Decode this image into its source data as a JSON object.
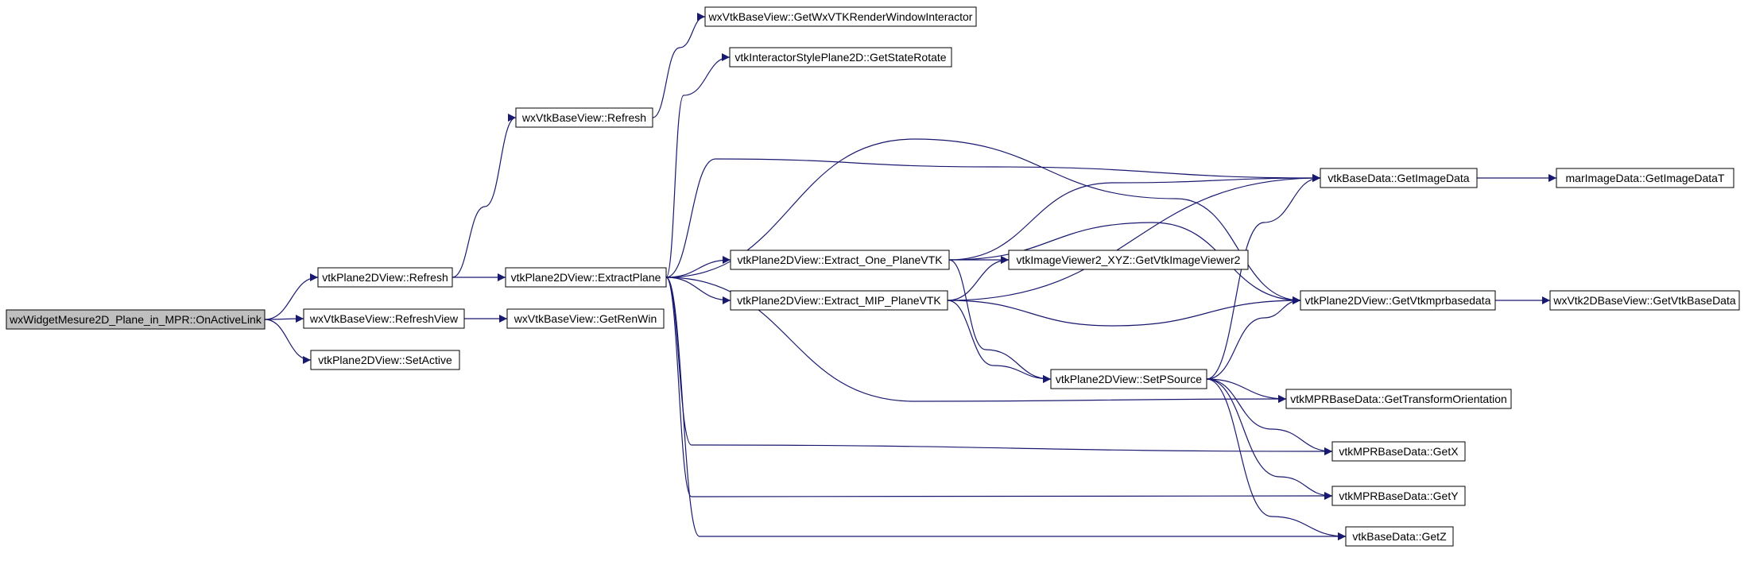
{
  "graph": {
    "colors": {
      "edge": "#191970",
      "node_border": "#000000",
      "node_fill": "#ffffff",
      "root_fill": "#bfbfbf"
    },
    "nodes": [
      {
        "id": "root",
        "label": "wxWidgetMesure2D_Plane_in_MPR::OnActiveLink",
        "root": true
      },
      {
        "id": "p2d_refresh",
        "label": "vtkPlane2DView::Refresh"
      },
      {
        "id": "wxb_refreshview",
        "label": "wxVtkBaseView::RefreshView"
      },
      {
        "id": "p2d_setactive",
        "label": "vtkPlane2DView::SetActive"
      },
      {
        "id": "wxb_refresh",
        "label": "wxVtkBaseView::Refresh"
      },
      {
        "id": "p2d_extractplane",
        "label": "vtkPlane2DView::ExtractPlane"
      },
      {
        "id": "wxb_getrenwin",
        "label": "wxVtkBaseView::GetRenWin"
      },
      {
        "id": "wxb_getinteractor",
        "label": "wxVtkBaseView::GetWxVTKRenderWindowInteractor"
      },
      {
        "id": "isp_getstaterotate",
        "label": "vtkInteractorStylePlane2D::GetStateRotate"
      },
      {
        "id": "p2d_extract_one",
        "label": "vtkPlane2DView::Extract_One_PlaneVTK"
      },
      {
        "id": "p2d_extract_mip",
        "label": "vtkPlane2DView::Extract_MIP_PlaneVTK"
      },
      {
        "id": "iv2_getviewer",
        "label": "vtkImageViewer2_XYZ::GetVtkImageViewer2"
      },
      {
        "id": "p2d_setpsource",
        "label": "vtkPlane2DView::SetPSource"
      },
      {
        "id": "bd_getimagedata",
        "label": "vtkBaseData::GetImageData"
      },
      {
        "id": "p2d_getmprbasedata",
        "label": "vtkPlane2DView::GetVtkmprbasedata"
      },
      {
        "id": "mpr_gettransform",
        "label": "vtkMPRBaseData::GetTransformOrientation"
      },
      {
        "id": "mpr_getx",
        "label": "vtkMPRBaseData::GetX"
      },
      {
        "id": "mpr_gety",
        "label": "vtkMPRBaseData::GetY"
      },
      {
        "id": "bd_getz",
        "label": "vtkBaseData::GetZ"
      },
      {
        "id": "mar_getimagedatat",
        "label": "marImageData::GetImageDataT"
      },
      {
        "id": "wx2d_getbasedata",
        "label": "wxVtk2DBaseView::GetVtkBaseData"
      }
    ],
    "edges": [
      [
        "root",
        "p2d_refresh"
      ],
      [
        "root",
        "wxb_refreshview"
      ],
      [
        "root",
        "p2d_setactive"
      ],
      [
        "p2d_refresh",
        "wxb_refresh"
      ],
      [
        "p2d_refresh",
        "p2d_extractplane"
      ],
      [
        "wxb_refreshview",
        "wxb_getrenwin"
      ],
      [
        "wxb_refresh",
        "wxb_getinteractor"
      ],
      [
        "p2d_extractplane",
        "isp_getstaterotate"
      ],
      [
        "p2d_extractplane",
        "bd_getimagedata"
      ],
      [
        "p2d_extractplane",
        "p2d_extract_one"
      ],
      [
        "p2d_extractplane",
        "p2d_extract_mip"
      ],
      [
        "p2d_extractplane",
        "p2d_getmprbasedata"
      ],
      [
        "p2d_extractplane",
        "mpr_gettransform"
      ],
      [
        "p2d_extractplane",
        "mpr_getx"
      ],
      [
        "p2d_extractplane",
        "mpr_gety"
      ],
      [
        "p2d_extractplane",
        "bd_getz"
      ],
      [
        "p2d_extract_one",
        "bd_getimagedata"
      ],
      [
        "p2d_extract_one",
        "iv2_getviewer"
      ],
      [
        "p2d_extract_one",
        "p2d_getmprbasedata"
      ],
      [
        "p2d_extract_one",
        "p2d_setpsource"
      ],
      [
        "p2d_extract_mip",
        "iv2_getviewer"
      ],
      [
        "p2d_extract_mip",
        "bd_getimagedata"
      ],
      [
        "p2d_extract_mip",
        "p2d_getmprbasedata"
      ],
      [
        "p2d_extract_mip",
        "p2d_setpsource"
      ],
      [
        "p2d_setpsource",
        "bd_getimagedata"
      ],
      [
        "p2d_setpsource",
        "p2d_getmprbasedata"
      ],
      [
        "p2d_setpsource",
        "mpr_gettransform"
      ],
      [
        "p2d_setpsource",
        "mpr_getx"
      ],
      [
        "p2d_setpsource",
        "mpr_gety"
      ],
      [
        "p2d_setpsource",
        "bd_getz"
      ],
      [
        "bd_getimagedata",
        "mar_getimagedatat"
      ],
      [
        "p2d_getmprbasedata",
        "wx2d_getbasedata"
      ]
    ]
  }
}
